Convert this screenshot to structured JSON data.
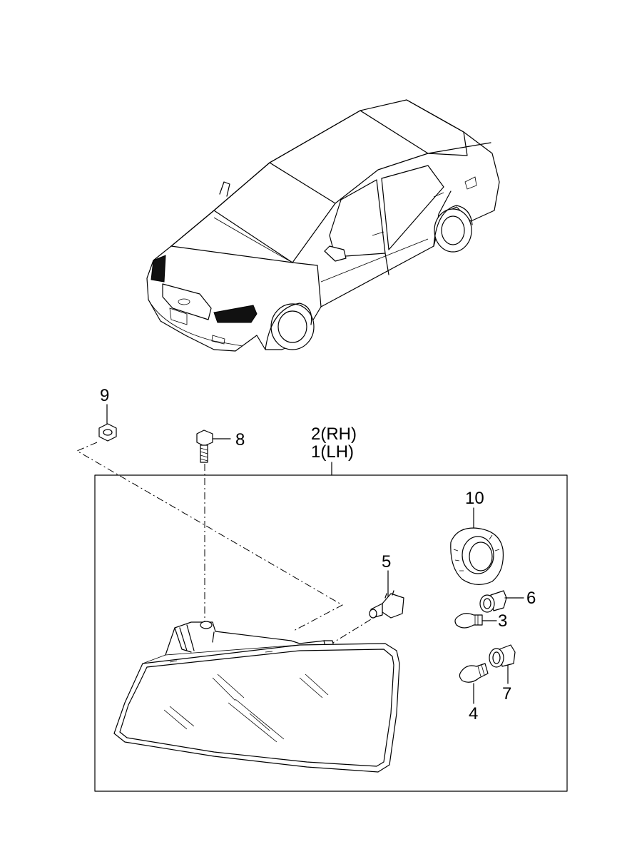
{
  "callouts": {
    "c1": "1(LH)",
    "c2": "2(RH)",
    "c3": "3",
    "c4": "4",
    "c5": "5",
    "c6": "6",
    "c7": "7",
    "c8": "8",
    "c9": "9",
    "c10": "10"
  }
}
